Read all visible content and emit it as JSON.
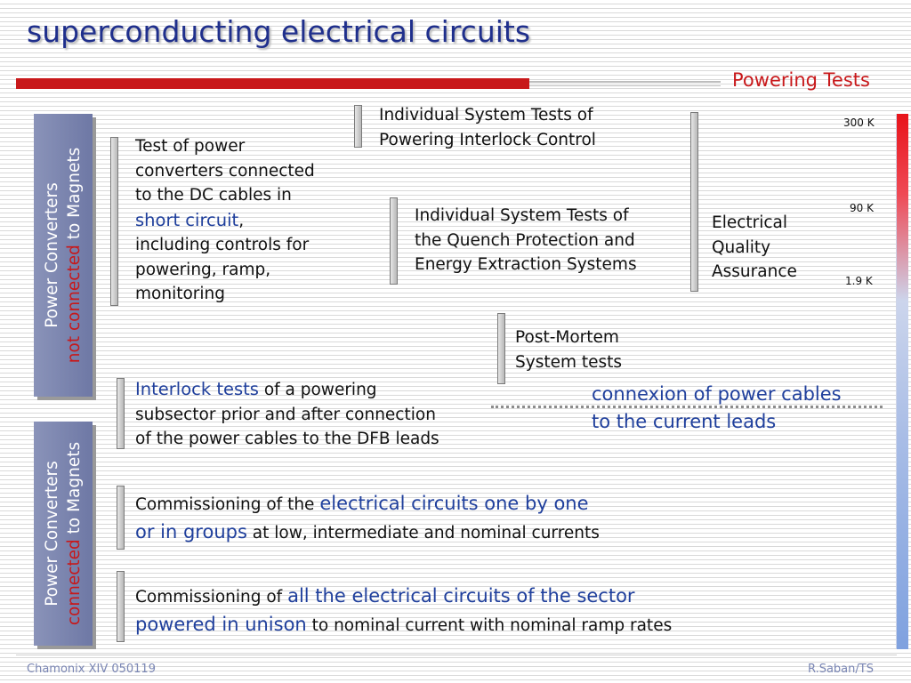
{
  "header": {
    "title": "superconducting electrical circuits",
    "subtitle": "Powering Tests"
  },
  "panels": {
    "top": {
      "line1": "Power Converters",
      "line2_red": "not connected",
      "line2_rest": " to Magnets"
    },
    "bottom": {
      "line1": "Power Converters",
      "line2_red": "connected",
      "line2_rest": " to Magnets"
    }
  },
  "blocks": {
    "short_circuit": {
      "l1": "Test of power",
      "l2": "converters connected",
      "l3": "to the DC cables in",
      "l4_blue": "short circuit",
      "l4_rest": ",",
      "l5": "including controls for",
      "l6": "powering, ramp,",
      "l7": "monitoring"
    },
    "pic": {
      "l1": "Individual System Tests of",
      "l2": "Powering Interlock Control"
    },
    "qps": {
      "l1": "Individual System Tests of",
      "l2": "the Quench Protection and",
      "l3": "Energy Extraction Systems"
    },
    "eqa": {
      "l1": "Electrical",
      "l2": "Quality",
      "l3": "Assurance"
    },
    "pm": {
      "l1": "Post-Mortem",
      "l2": "System tests"
    },
    "interlock": {
      "l1_blue": "Interlock tests",
      "l1_rest": " of a powering",
      "l2": "subsector prior and after connection",
      "l3": "of the power cables to the DFB leads"
    },
    "connexion": {
      "l1": "connexion of power cables",
      "l2": "to the current leads"
    },
    "one_by_one": {
      "l1_pre": "Commissioning of the ",
      "l1_blue": "electrical circuits one by one",
      "l2_blue": "or in groups",
      "l2_rest": " at low, intermediate and nominal currents"
    },
    "unison": {
      "l1_pre": "Commissioning of ",
      "l1_blue": "all the electrical circuits of the sector",
      "l2_blue": "powered in unison",
      "l2_rest": " to nominal current with nominal ramp rates"
    }
  },
  "temperatures": [
    "300 K",
    "90 K",
    "1.9 K"
  ],
  "footer": {
    "left": "Chamonix XIV 050119",
    "right": "R.Saban/TS"
  },
  "colors": {
    "title": "#1f2f8c",
    "accent_red": "#c8181a",
    "highlight_blue": "#1f3f9c",
    "panel": "#7c86b0"
  }
}
